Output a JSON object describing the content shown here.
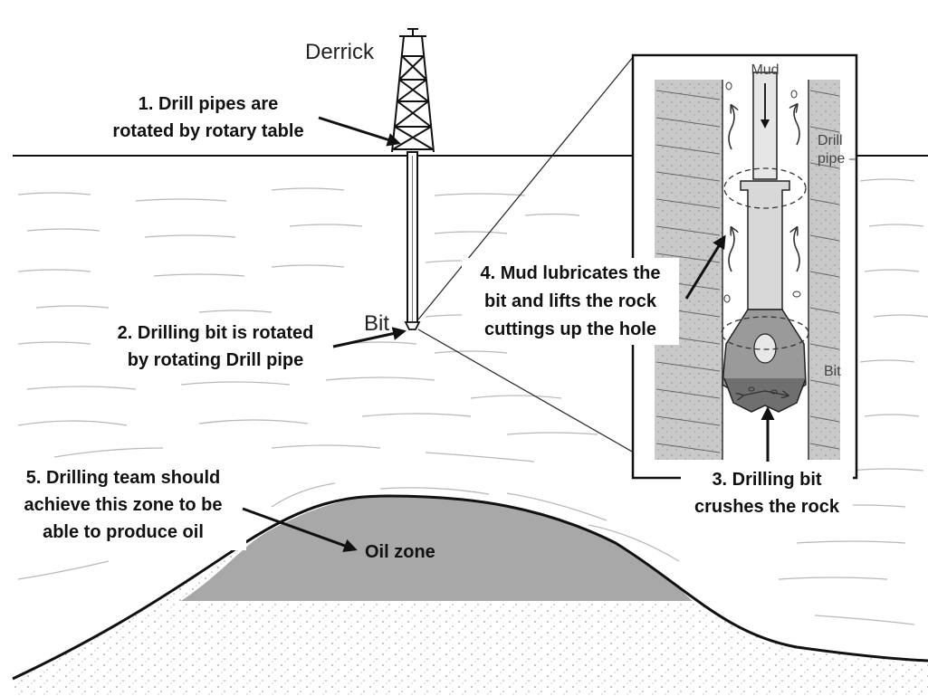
{
  "labels": {
    "derrick": "Derrick",
    "bit": "Bit",
    "mud": "Mud",
    "drill_pipe_line1": "Drill",
    "drill_pipe_line2": "pipe",
    "bit_inset": "Bit",
    "oil_zone": "Oil zone"
  },
  "callouts": {
    "c1": {
      "line1": "1. Drill pipes are",
      "line2": "rotated by rotary table"
    },
    "c2": {
      "line1": "2. Drilling bit is rotated",
      "line2": "by rotating Drill  pipe"
    },
    "c3": {
      "line1": "3. Drilling bit",
      "line2": "crushes the rock"
    },
    "c4": {
      "line1": "4. Mud lubricates the",
      "line2": "bit and lifts the rock",
      "line3": "cuttings up the hole"
    },
    "c5": {
      "line1": "5. Drilling team should",
      "line2": "achieve this zone to be",
      "line3": "able to produce oil"
    }
  },
  "colors": {
    "oil_zone": "#a8a8a8",
    "strata_lines": "#b9b9b9",
    "sand_dots": "#9a9a9a",
    "outline": "#111111",
    "inset_wall": "#cccccc"
  }
}
